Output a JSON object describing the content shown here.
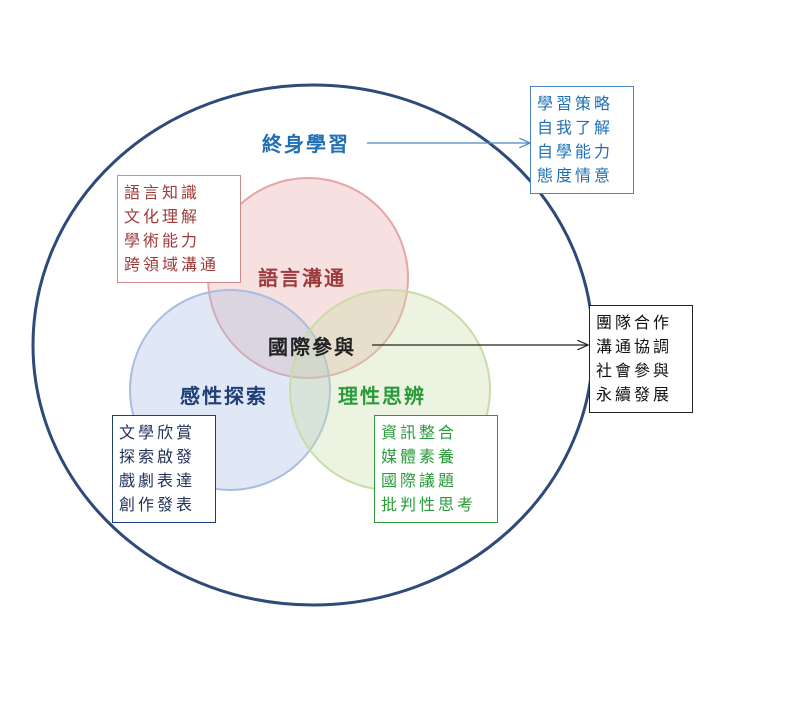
{
  "colors": {
    "outer_circle": "#2e4a7a",
    "lifelong": "#1f6fb5",
    "lifelong_arrow": "#4a86c5",
    "language": "#9e3a3a",
    "language_circle": "#e7a5a5",
    "aesthetic": "#1f3f78",
    "aesthetic_circle": "#a7bde2",
    "rational": "#2a9a3a",
    "rational_circle": "#c8dca6",
    "international": "#222222"
  },
  "lifelong_learning": {
    "title": "終身學習",
    "items": [
      "學習策略",
      "自我了解",
      "自學能力",
      "態度情意"
    ]
  },
  "language_communication": {
    "title": "語言溝通",
    "items": [
      "語言知識",
      "文化理解",
      "學術能力",
      "跨領域溝通"
    ]
  },
  "international_participation": {
    "title": "國際參與",
    "items": [
      "團隊合作",
      "溝通協調",
      "社會參與",
      "永續發展"
    ]
  },
  "aesthetic_exploration": {
    "title": "感性探索",
    "items": [
      "文學欣賞",
      "探索啟發",
      "戲劇表達",
      "創作發表"
    ]
  },
  "rational_thinking": {
    "title": "理性思辨",
    "items": [
      "資訊整合",
      "媒體素養",
      "國際議題",
      "批判性思考"
    ]
  }
}
